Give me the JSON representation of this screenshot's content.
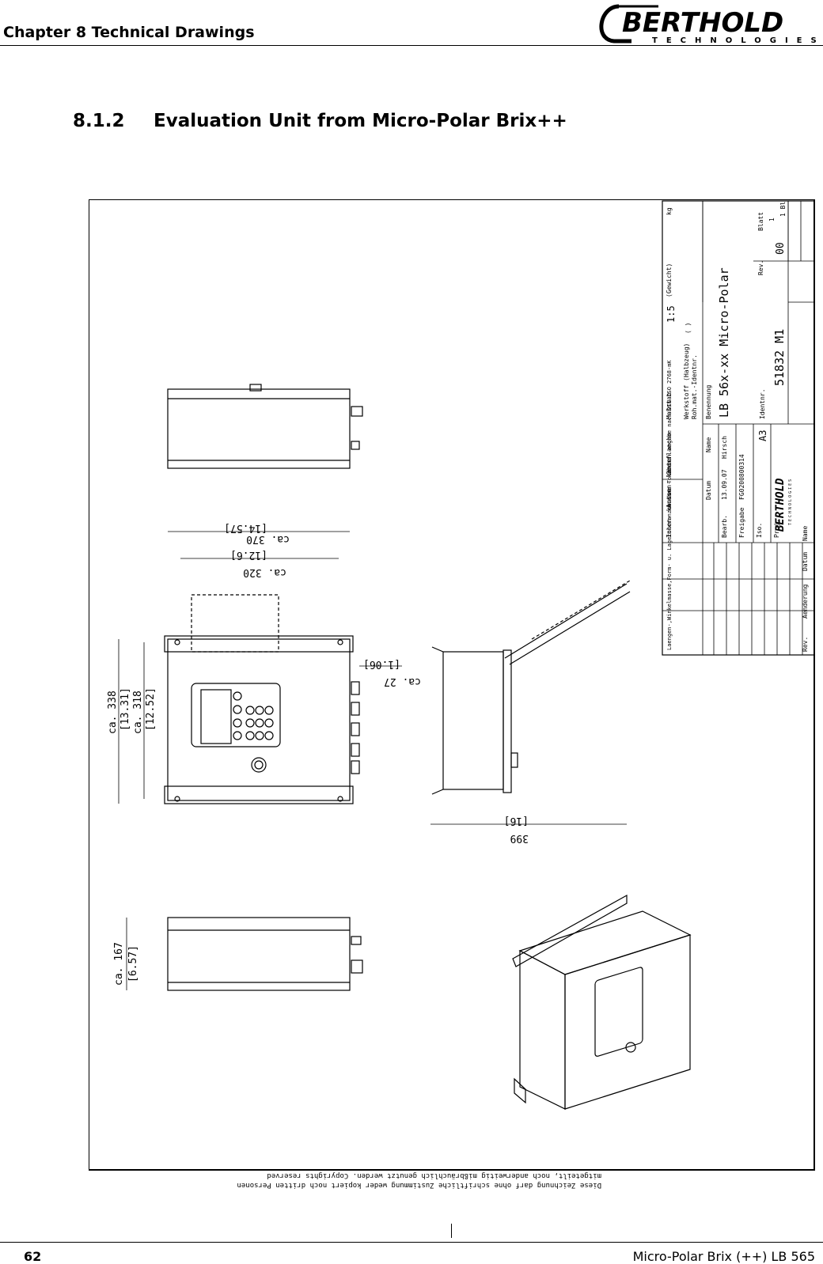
{
  "header": {
    "chapter": "Chapter 8 Technical Drawings",
    "logo_main": "BERTHOLD",
    "logo_sub": "TECHNOLOGIES"
  },
  "section": {
    "number": "8.1.2",
    "title": "Evaluation Unit from Micro-Polar Brix++"
  },
  "drawing": {
    "dimensions": {
      "width_outer": "ca. 370",
      "width_outer_in": "[14.57]",
      "width_inner": "ca. 320",
      "width_inner_in": "[12.6]",
      "height_outer": "ca. 338",
      "height_outer_in": "[13.31]",
      "height_inner": "ca. 318",
      "height_inner_in": "[12.52]",
      "lid_offset": "ca. 27",
      "lid_offset_in": "[1.06]",
      "open_depth": "399",
      "open_depth_in": "[16]",
      "depth": "ca. 167",
      "depth_in": "[6.57]"
    },
    "title_block": {
      "tolerance_note": "Laengen-,Winkelmasse,Form- u. Lagetoleranzen ohne Toleranz- angabe nach DIN ISO 2768-mK",
      "inner_edges": "Innen- kanten",
      "outer_edges": "Aussen- kanten",
      "surface": "Oberflaeche",
      "scale_label": "Maßstab",
      "scale": "1:5",
      "weight": "(Gewicht)",
      "weight_unit": "kg",
      "material": "Werkstoff (Halbzeug)",
      "raw_material": "Roh.mat.-Identnr.",
      "material_value": "( )",
      "date_label": "Datum",
      "name_label": "Name",
      "drawn": "Bearb.",
      "drawn_date": "13.09.07",
      "drawn_name": "Hirsch",
      "release": "Freigabe",
      "release_value": "FG0200800314",
      "iso": "Iso.",
      "proj": "Proj.",
      "format": "A3",
      "designation_label": "Benennung",
      "designation": "LB 56x-xx Micro-Polar",
      "ident_label": "Identnr.",
      "ident": "51832 M1",
      "rev_label": "Rev.",
      "rev": "00",
      "sheet_label": "Blatt",
      "sheet": "1",
      "sheets": "1 Bl.",
      "change_label": "Aenderung",
      "logo": "BERTHOLD",
      "logo_sub": "TECHNOLOGIES"
    },
    "copyright": {
      "line1": "Diese Zeichnung darf ohne schriftliche Zustimmung weder kopiert noch dritten Personen",
      "line2": "mitgeteilt, noch anderweitig mißbräuchlich genutzt werden. Copyrights reserved"
    }
  },
  "footer": {
    "page": "62",
    "manual": "Micro-Polar Brix (++) LB 565"
  }
}
